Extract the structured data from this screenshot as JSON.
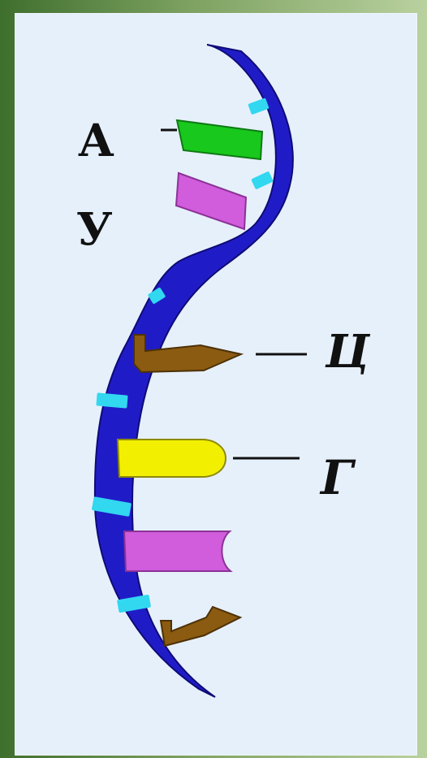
{
  "labels": {
    "adenine": "А",
    "uracil": "У",
    "cytosine": "Ц",
    "guanine": "Г"
  },
  "colors": {
    "background_left": "#3f6f2d",
    "background_right": "#b9d19f",
    "panel": "#e6f0fb",
    "backbone": "#1f1cc7",
    "backbone_stripes": "#32d7f0",
    "adenine": "#18c81d",
    "uracil": "#d15cdc",
    "cytosine": "#8a5b10",
    "guanine": "#f2f000"
  },
  "icons": [
    "helix-backbone",
    "adenine-base",
    "uracil-base",
    "cytosine-base",
    "guanine-base"
  ]
}
